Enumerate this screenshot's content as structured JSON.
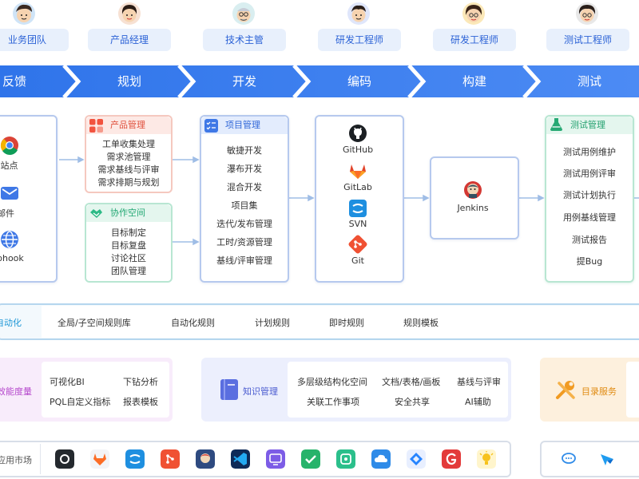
{
  "roles": [
    "业务团队",
    "产品经理",
    "技术主管",
    "研发工程师",
    "研发工程师",
    "测试工程师"
  ],
  "stages": [
    "反馈",
    "规划",
    "开发",
    "编码",
    "构建",
    "测试"
  ],
  "feedback": {
    "items": [
      "b 站点",
      "邮件",
      "bhook"
    ],
    "icons": [
      "chrome-icon",
      "mail-icon",
      "globe-icon"
    ]
  },
  "product_mgmt": {
    "title": "产品管理",
    "items": [
      "工单收集处理",
      "需求池管理",
      "需求基线与评审",
      "需求排期与规划"
    ]
  },
  "collab": {
    "title": "协作空间",
    "items": [
      "目标制定",
      "目标复盘",
      "讨论社区",
      "团队管理"
    ]
  },
  "project_mgmt": {
    "title": "项目管理",
    "items": [
      "敏捷开发",
      "瀑布开发",
      "混合开发",
      "项目集",
      "迭代/发布管理",
      "工时/资源管理",
      "基线/评审管理"
    ]
  },
  "code_tools": [
    "GitHub",
    "GitLab",
    "SVN",
    "Git"
  ],
  "build_tools": [
    "Jenkins"
  ],
  "test_mgmt": {
    "title": "测试管理",
    "items": [
      "测试用例维护",
      "测试用例评审",
      "测试计划执行",
      "用例基线管理",
      "测试报告",
      "提Bug"
    ]
  },
  "automation": {
    "title": "自动化",
    "items": [
      "全局/子空间规则库",
      "自动化规则",
      "计划规则",
      "即时规则",
      "规则模板"
    ]
  },
  "metrics": {
    "title": "效能度量",
    "items": [
      "可视化BI",
      "下钻分析",
      "PQL自定义指标",
      "报表模板"
    ]
  },
  "knowledge": {
    "title": "知识管理",
    "items": [
      "多层级结构化空间",
      "文档/表格/画板",
      "基线与评审",
      "关联工作事项",
      "安全共享",
      "AI辅助"
    ]
  },
  "catalog": {
    "title": "目录服务"
  },
  "market": {
    "title": "应用市场",
    "apps": [
      "github-icon",
      "gitlab-icon",
      "svn-icon",
      "git-icon",
      "jenkins-icon",
      "vscode-icon",
      "monitor-icon",
      "check-icon",
      "ticket-icon",
      "cloud-icon",
      "jira-icon",
      "g-icon",
      "bulb-icon"
    ],
    "right_apps": [
      "chat-icon",
      "feishu-icon"
    ]
  },
  "colors": {
    "stage_band": "#3d7ef0",
    "product": "#f2533f",
    "collab": "#2dba86",
    "project": "#3f78e6",
    "test": "#27a974",
    "auto": "#1e97d6",
    "metrics": "#c050d6",
    "knowledge": "#5a6ee0",
    "catalog": "#f19b22"
  }
}
